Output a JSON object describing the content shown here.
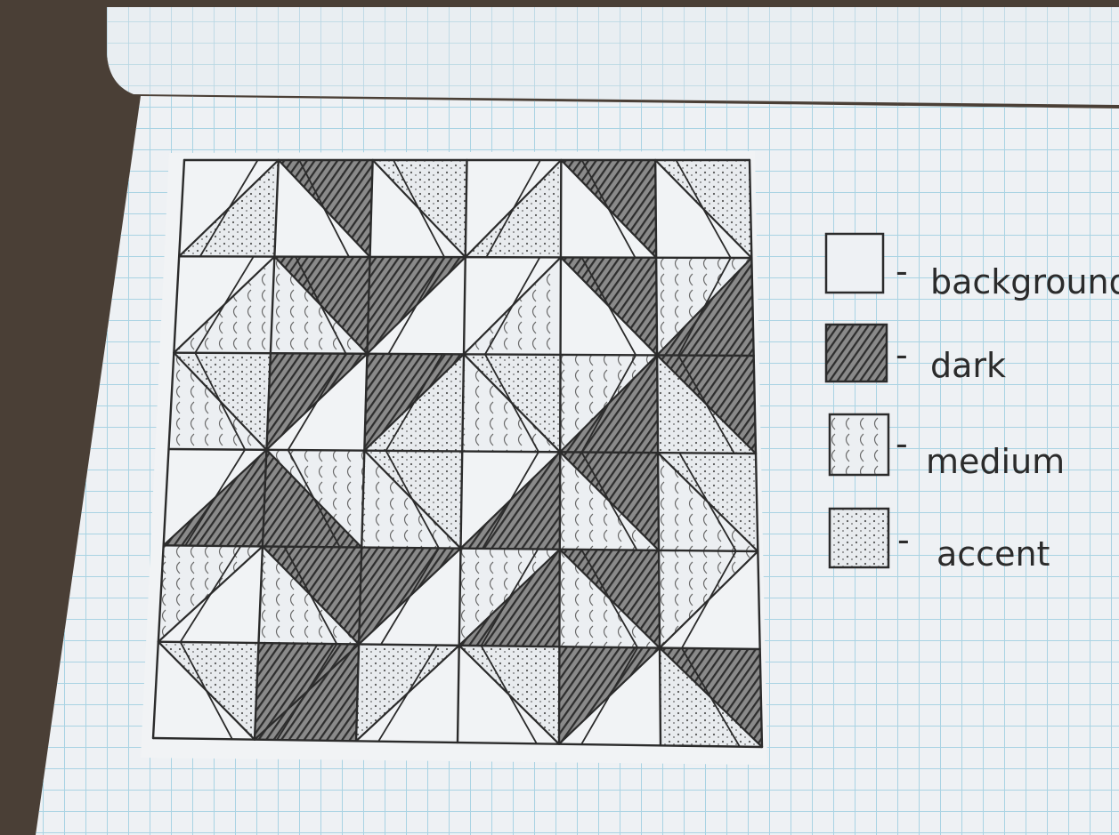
{
  "photo": {
    "subject": "hand-drawn quilt design on graph paper",
    "colors": {
      "table": "#4a3f36",
      "paper": "#eef1f4",
      "grid_line": "#a9d3e3",
      "ink": "#2b2b2b",
      "dark_fill": "#4d4d4d"
    }
  },
  "legend": {
    "items": [
      {
        "key": "background",
        "label": "background",
        "pattern": "blank"
      },
      {
        "key": "dark",
        "label": "dark",
        "pattern": "scribble"
      },
      {
        "key": "medium",
        "label": "medium",
        "pattern": "arcs"
      },
      {
        "key": "accent",
        "label": "accent",
        "pattern": "dots"
      }
    ],
    "dash": "-"
  }
}
